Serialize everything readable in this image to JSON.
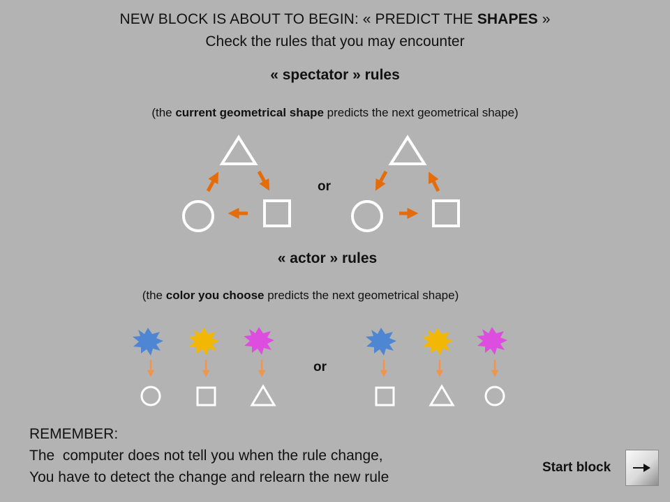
{
  "header": {
    "title_prefix": "NEW BLOCK IS ABOUT TO BEGIN: « PREDICT THE ",
    "title_bold": "SHAPES",
    "title_suffix": " »",
    "subtitle": "Check the rules that you may encounter"
  },
  "spectator": {
    "heading": "« spectator » rules",
    "desc_open": "(the ",
    "desc_bold": "current geometrical shape",
    "desc_rest": " predicts the next geometrical shape)",
    "or_label": "or"
  },
  "actor": {
    "heading": "« actor » rules",
    "desc_open": "(the ",
    "desc_bold": "color you choose",
    "desc_rest": " predicts the next geometrical shape)",
    "or_label": "or",
    "left_mapping": [
      {
        "color": "#4f86d4",
        "shape": "circle"
      },
      {
        "color": "#f2b705",
        "shape": "square"
      },
      {
        "color": "#dd4ee0",
        "shape": "triangle"
      }
    ],
    "right_mapping": [
      {
        "color": "#4f86d4",
        "shape": "square"
      },
      {
        "color": "#f2b705",
        "shape": "triangle"
      },
      {
        "color": "#dd4ee0",
        "shape": "circle"
      }
    ]
  },
  "remember": {
    "heading": "REMEMBER:",
    "line1": "The  computer does not tell you when the rule change,",
    "line2": "You have to detect the change and relearn the new rule"
  },
  "start": {
    "label": "Start block",
    "icon": "arrow-right-icon"
  },
  "colors": {
    "background": "#b3b3b3",
    "shape_stroke": "#ffffff",
    "spectator_arrow": "#e46c0a",
    "actor_arrow": "#f0954a"
  }
}
